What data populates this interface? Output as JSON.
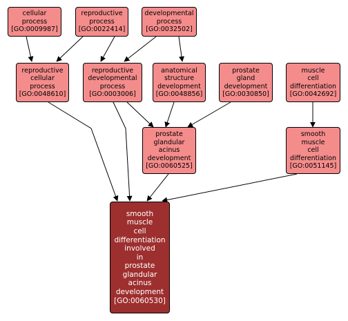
{
  "nodes": {
    "cellular_process": {
      "lines": [
        "cellular",
        "process"
      ],
      "id": "[GO:0009987]"
    },
    "reproductive_process": {
      "lines": [
        "reproductive",
        "process"
      ],
      "id": "[GO:0022414]"
    },
    "developmental_process": {
      "lines": [
        "developmental",
        "process"
      ],
      "id": "[GO:0032502]"
    },
    "reproductive_cellular_process": {
      "lines": [
        "reproductive",
        "cellular",
        "process"
      ],
      "id": "[GO:0048610]"
    },
    "reproductive_developmental_process": {
      "lines": [
        "reproductive",
        "developmental",
        "process"
      ],
      "id": "[GO:0003006]"
    },
    "anatomical_structure_development": {
      "lines": [
        "anatomical",
        "structure",
        "development"
      ],
      "id": "[GO:0048856]"
    },
    "prostate_gland_development": {
      "lines": [
        "prostate",
        "gland",
        "development"
      ],
      "id": "[GO:0030850]"
    },
    "muscle_cell_differentiation": {
      "lines": [
        "muscle",
        "cell",
        "differentiation"
      ],
      "id": "[GO:0042692]"
    },
    "prostate_glandular_acinus_development": {
      "lines": [
        "prostate",
        "glandular",
        "acinus",
        "development"
      ],
      "id": "[GO:0060525]"
    },
    "smooth_muscle_cell_differentiation": {
      "lines": [
        "smooth",
        "muscle",
        "cell",
        "differentiation"
      ],
      "id": "[GO:0051145]"
    },
    "target": {
      "lines": [
        "smooth",
        "muscle",
        "cell",
        "differentiation",
        "involved",
        "in",
        "prostate",
        "glandular",
        "acinus",
        "development"
      ],
      "id": "[GO:0060530]"
    }
  },
  "colors": {
    "node_fill": "#f58c8c",
    "target_fill": "#9e2f2f",
    "target_text": "#ffffff",
    "edge": "#000000"
  }
}
